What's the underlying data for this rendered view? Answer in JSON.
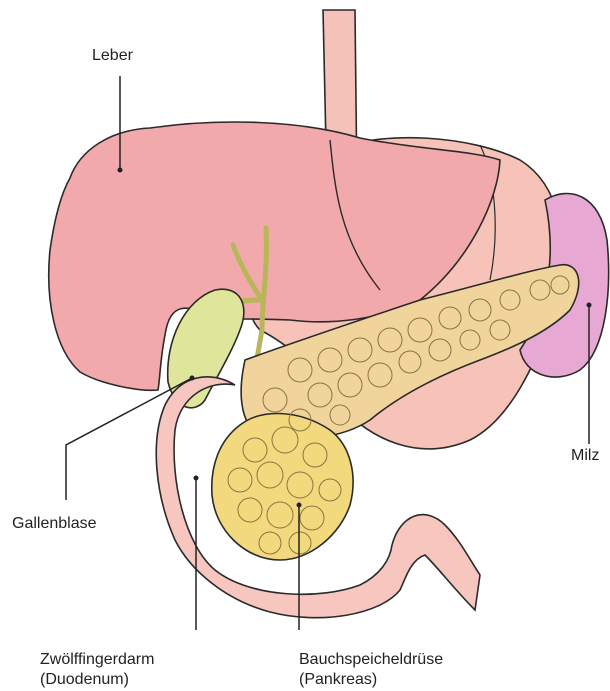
{
  "labels": {
    "liver": "Leber",
    "gallbladder": "Gallenblase",
    "spleen": "Milz",
    "duodenum": {
      "line1": "Zwölffingerdarm",
      "line2": "(Duodenum)"
    },
    "pancreas": {
      "line1": "Bauchspeicheldrüse",
      "line2": "(Pankreas)"
    }
  },
  "colors": {
    "liver": "#f2a9ab",
    "stomach": "#f7c3b8",
    "gallbladder": "#dfe59a",
    "spleen": "#e7a8d4",
    "pancreas": "#f0d49b",
    "pancreas_head": "#f3d97e",
    "duodenum": "#f7c6bf",
    "outline": "#2a2a2a"
  }
}
